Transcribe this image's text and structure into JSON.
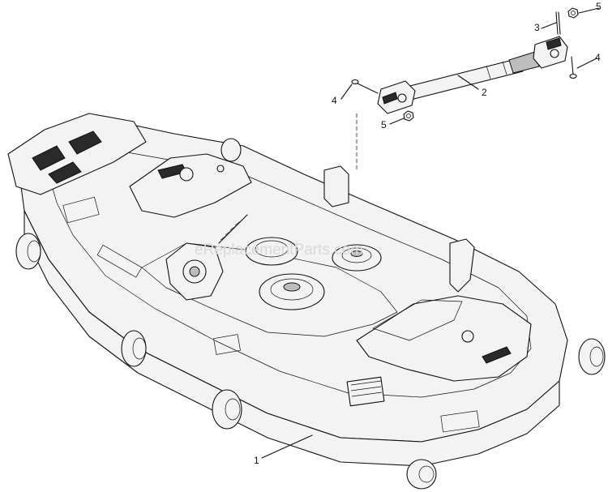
{
  "watermark": "eReplacementParts.com",
  "callouts": [
    {
      "id": "deck",
      "label": "1"
    },
    {
      "id": "driveshaft",
      "label": "2"
    },
    {
      "id": "pin",
      "label": "3"
    },
    {
      "id": "bolt_right",
      "label": "4"
    },
    {
      "id": "nut_right",
      "label": "5"
    },
    {
      "id": "bolt_left",
      "label": "4"
    },
    {
      "id": "nut_left",
      "label": "5"
    }
  ],
  "colors": {
    "line": "#111111",
    "paper": "#ffffff",
    "watermark": "#d9d9d9"
  }
}
